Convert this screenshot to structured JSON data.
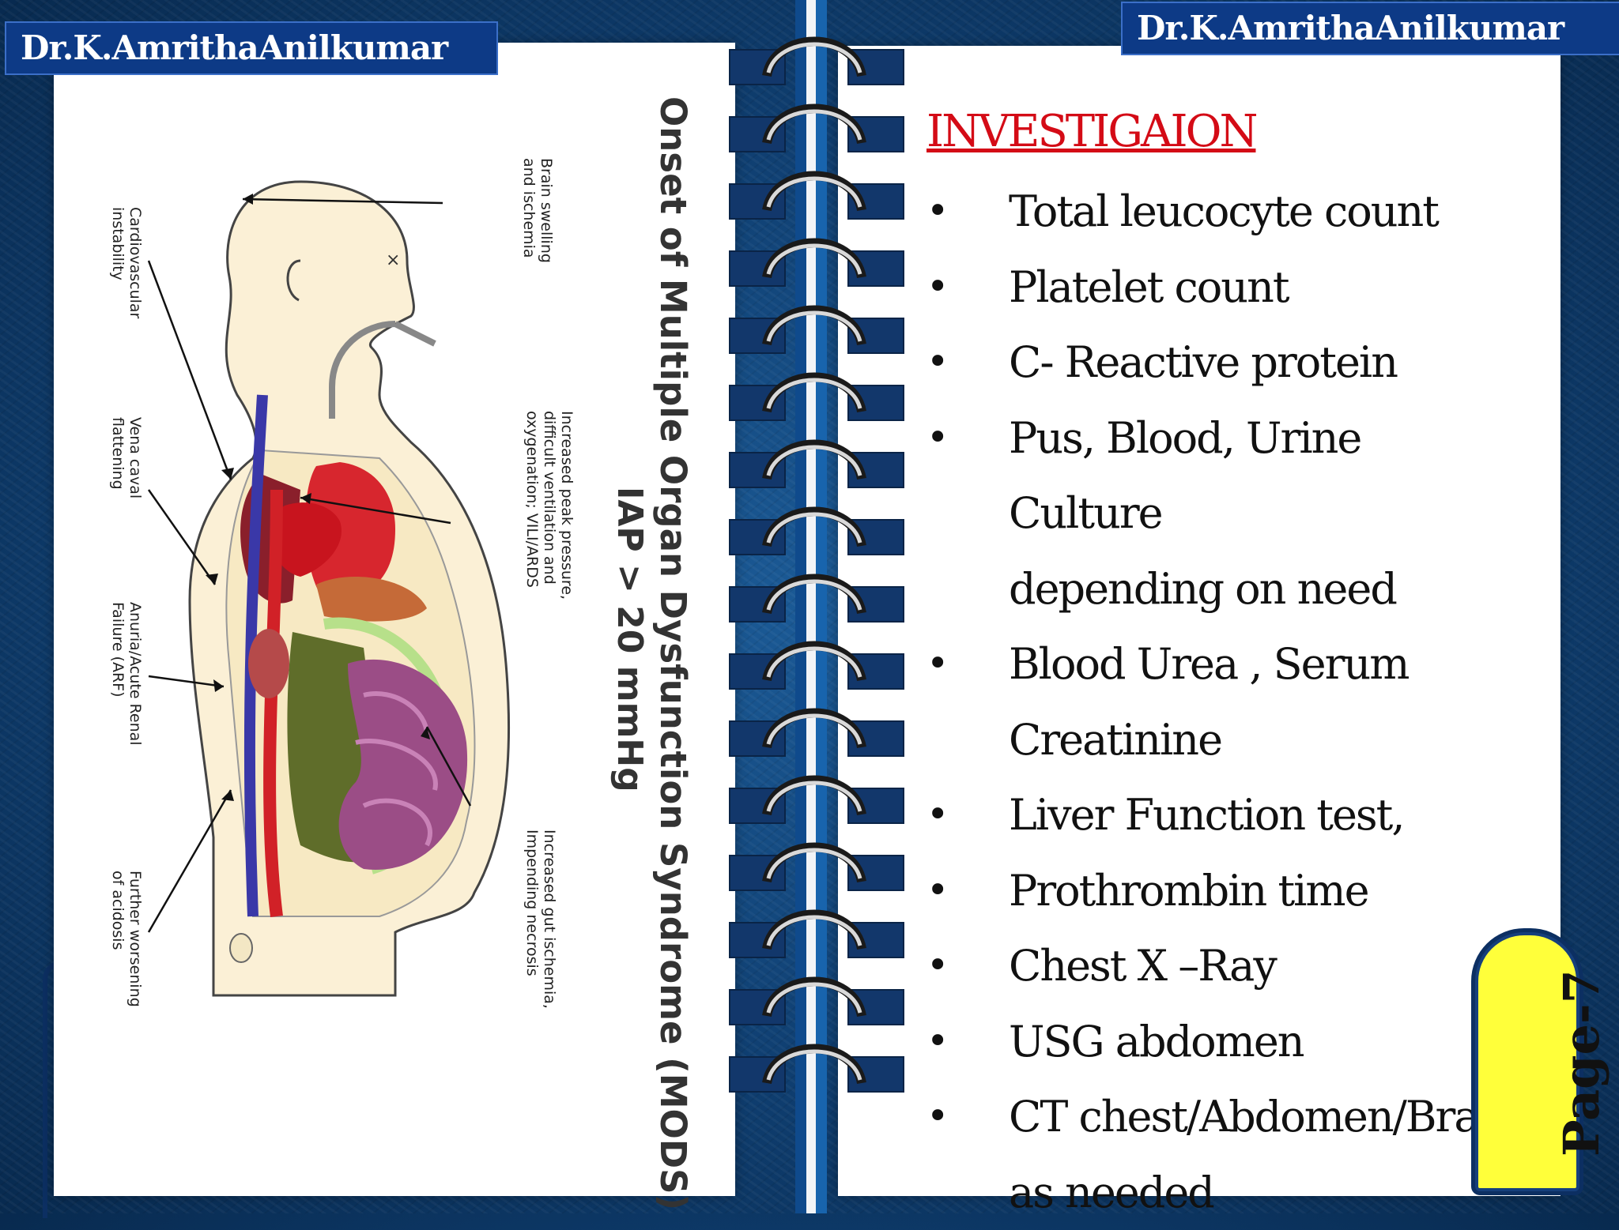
{
  "branding": {
    "author_left": "Dr.K.AmrithaAnilkumar",
    "author_right": "Dr.K.AmrithaAnilkumar"
  },
  "diagram": {
    "title": "Onset of Multiple Organ Dysfunction Syndrome (MODS)",
    "subtitle": "IAP > 20 mmHg",
    "labels": {
      "brain": "Brain swelling\nand ischemia",
      "cardio": "Cardiovascular\ninstability",
      "pressure": "Increased peak pressure,\ndifficult ventilation and\noxygenation; VILI/ARDS",
      "vena": "Vena caval\nflattening",
      "renal": "Anuria/Acute Renal\nFailure (ARF)",
      "gut": "Increased gut ischemia,\nImpending necrosis",
      "acidosis": "Further worsening\nof acidosis"
    }
  },
  "investigation": {
    "heading": "INVESTIGAION",
    "items": [
      {
        "line1": "Total leucocyte count",
        "line2": ""
      },
      {
        "line1": "Platelet count",
        "line2": ""
      },
      {
        "line1": "C- Reactive protein",
        "line2": ""
      },
      {
        "line1": "Pus, Blood, Urine Culture",
        "line2": "depending on need"
      },
      {
        "line1": "Blood Urea , Serum",
        "line2": "Creatinine"
      },
      {
        "line1": "Liver Function test,",
        "line2": ""
      },
      {
        "line1": "Prothrombin time",
        "line2": ""
      },
      {
        "line1": "Chest X –Ray",
        "line2": ""
      },
      {
        "line1": "USG abdomen",
        "line2": ""
      },
      {
        "line1": "CT chest/Abdomen/Brain",
        "line2": "as needed"
      }
    ]
  },
  "page_label": "Page-7",
  "colors": {
    "heading": "#d40b16",
    "banner": "#0d3a86",
    "badge": "#ffff3a"
  }
}
